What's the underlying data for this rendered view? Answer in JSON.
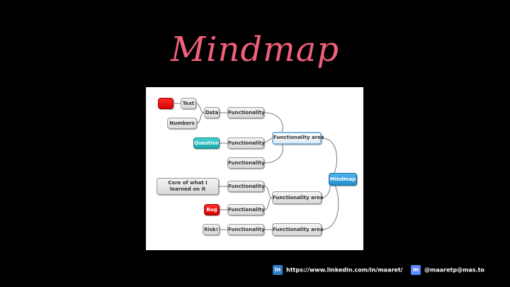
{
  "title": "Mindmap",
  "mindmap": {
    "root": "Mindmap",
    "branches": [
      {
        "label": "Functionality area",
        "children": [
          {
            "label": "Functionality",
            "children": [
              {
                "label": "Data",
                "children": [
                  {
                    "label": "Text",
                    "children": [
                      {
                        "label": "",
                        "style": "red"
                      }
                    ]
                  },
                  {
                    "label": "Numbers"
                  }
                ]
              }
            ]
          },
          {
            "label": "Functionality",
            "children": [
              {
                "label": "Question",
                "style": "teal"
              }
            ]
          },
          {
            "label": "Functionality"
          }
        ]
      },
      {
        "label": "Functionality area",
        "children": [
          {
            "label": "Functionality",
            "children": [
              {
                "label": "Core of what I learned on it"
              }
            ]
          },
          {
            "label": "Functionality",
            "children": [
              {
                "label": "Bug",
                "style": "red"
              }
            ]
          }
        ]
      },
      {
        "label": "Functionality area",
        "children": [
          {
            "label": "Functionality",
            "children": [
              {
                "label": "Risk!"
              }
            ]
          }
        ]
      }
    ]
  },
  "footer": {
    "linkedin_icon": "linkedin-icon",
    "linkedin_url": "https://www.linkedin.com/in/maaret/",
    "mastodon_icon": "mastodon-icon",
    "mastodon_handle": "@maaretp@mas.to"
  },
  "colors": {
    "background": "#000000",
    "title": "#f0607a",
    "root_node": "#1e8fcf",
    "red_node": "#d80000",
    "teal_node": "#1aa8ad"
  }
}
